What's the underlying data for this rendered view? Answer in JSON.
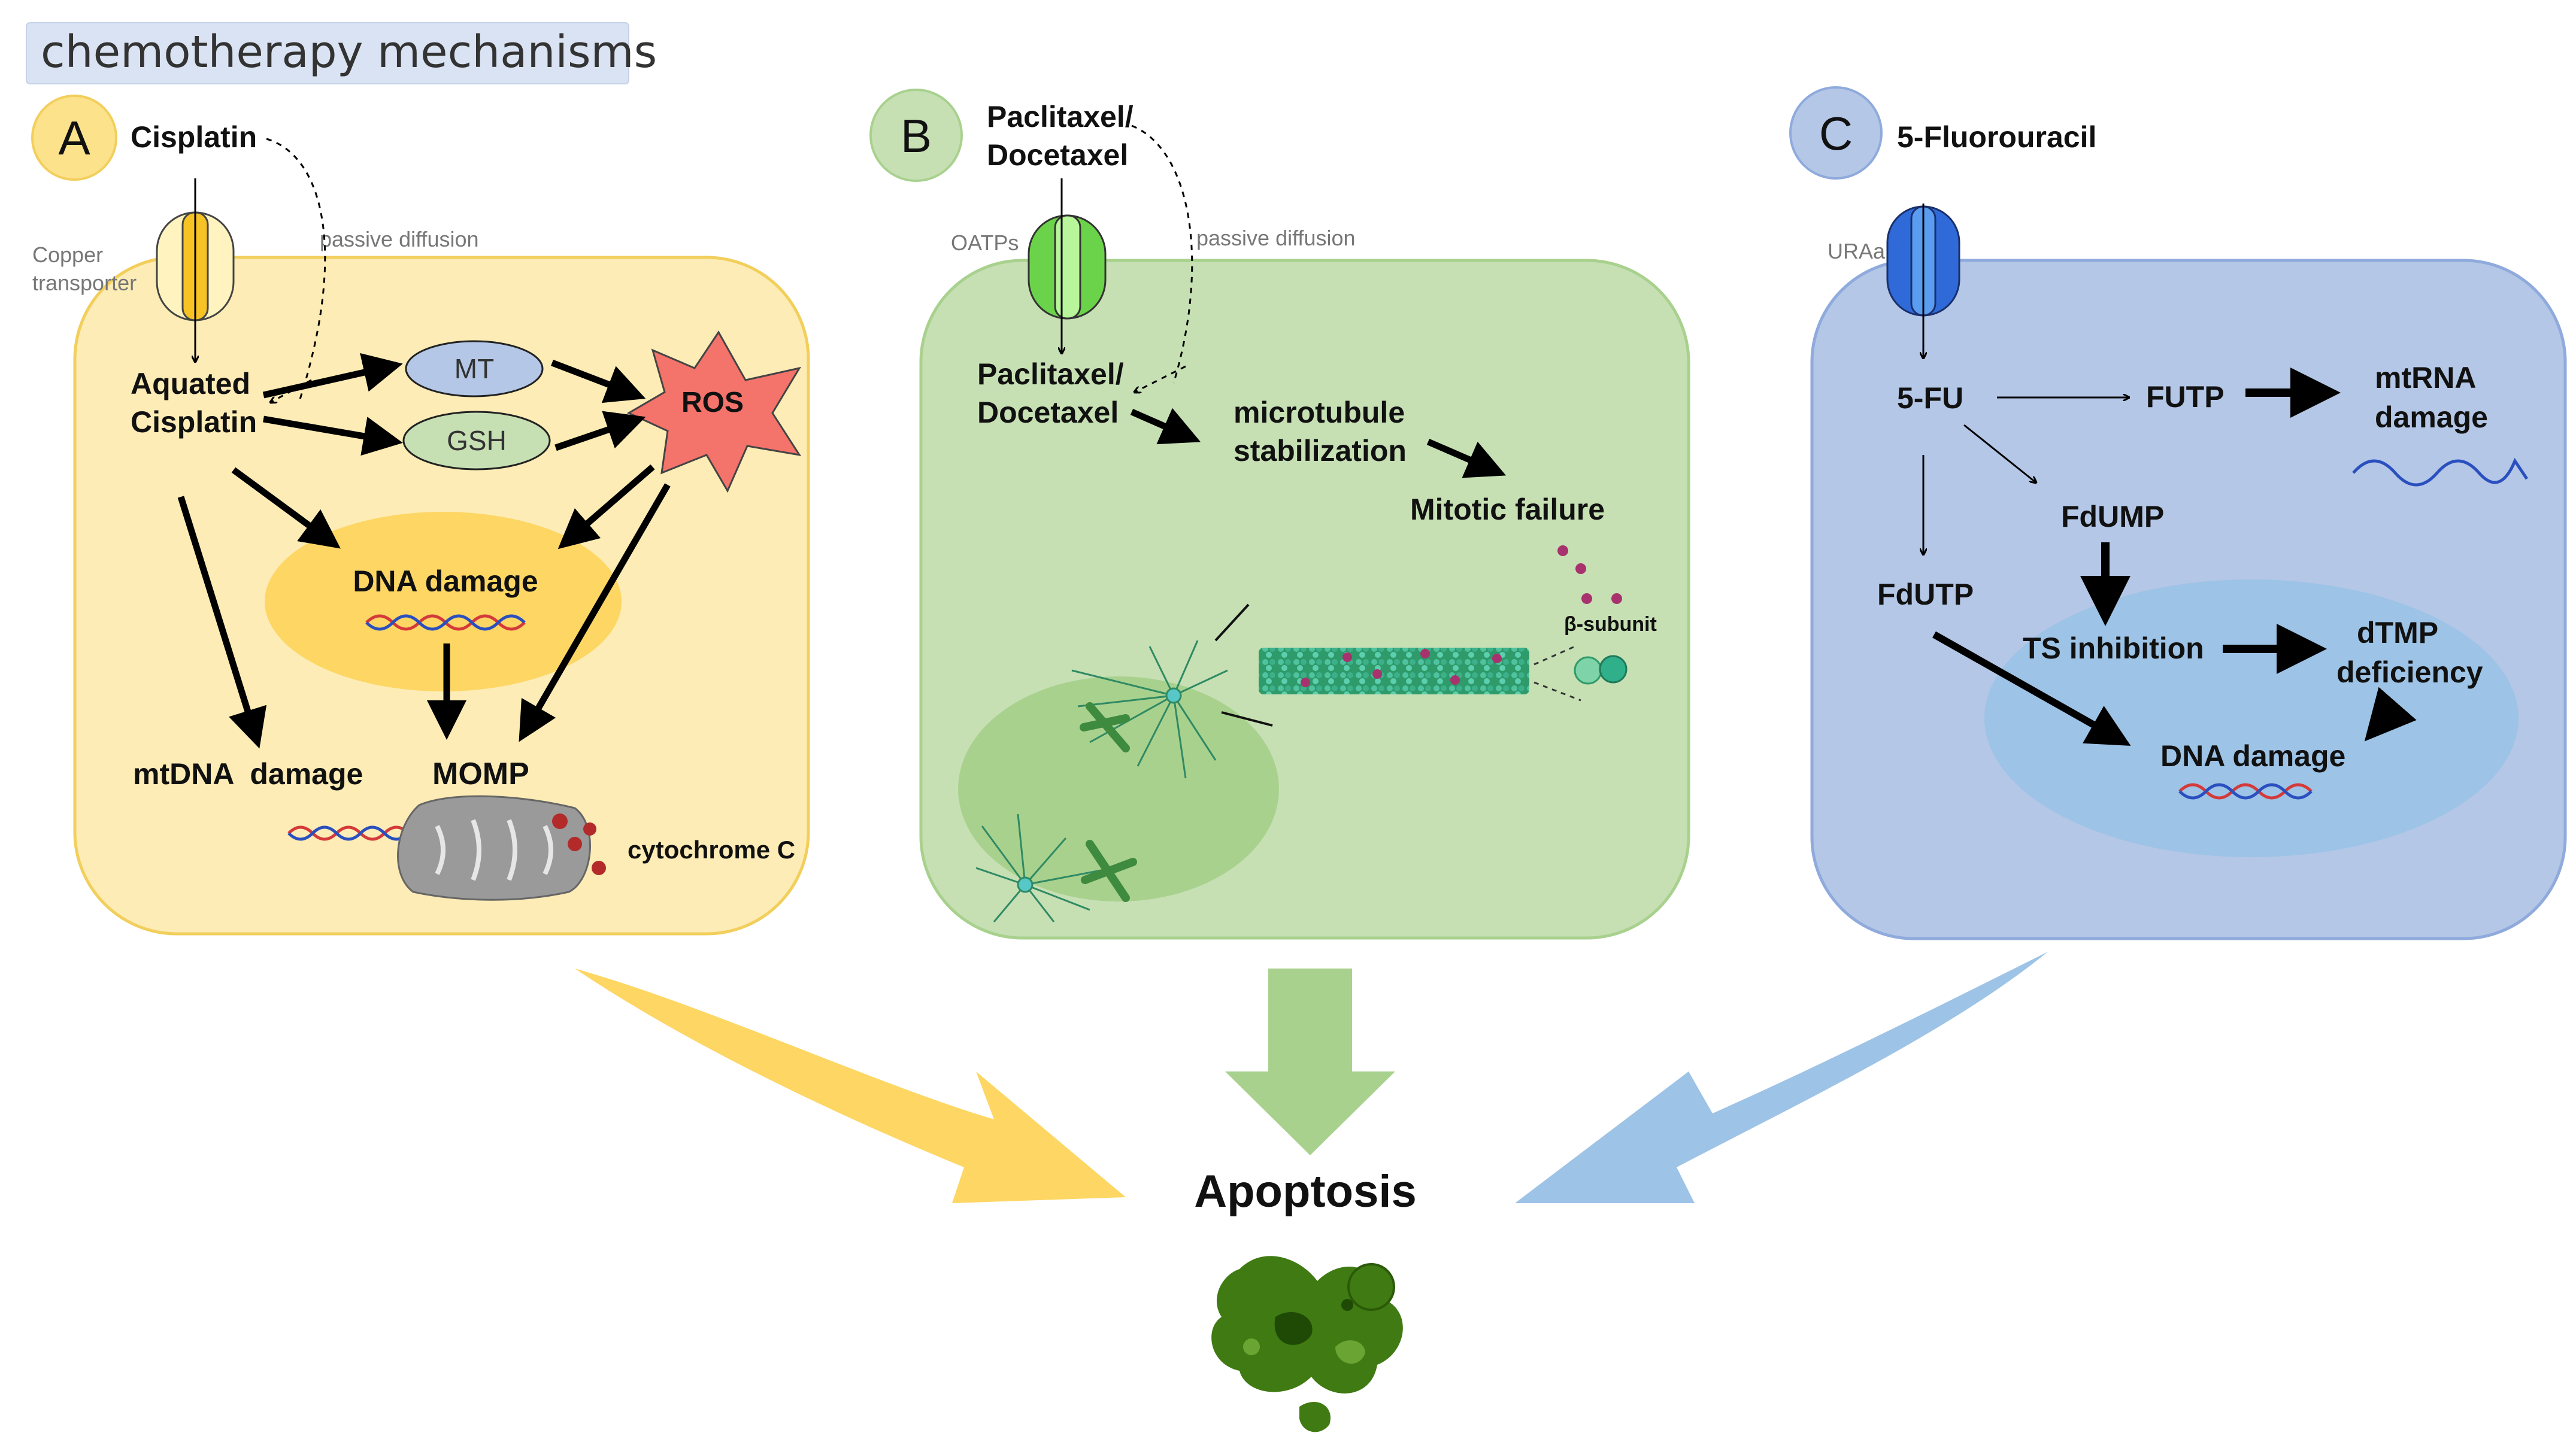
{
  "title": "chemotherapy mechanisms",
  "colors": {
    "yellow_cell": "#fdecb5",
    "yellow_border": "#f2cf5c",
    "yellow_nucleus": "#fdd663",
    "green_cell": "#c6e0b4",
    "green_border": "#a9d18e",
    "green_nucleus": "#a9d18e",
    "blue_cell": "#b4c7e7",
    "blue_border": "#8faadc",
    "blue_nucleus": "#9dc3e6",
    "ros": "#f4736b",
    "apoptosis_cell": "#3f7a12"
  },
  "panel_a": {
    "badge": "A",
    "drug": "Cisplatin",
    "transporter": [
      "Copper",
      "transporter"
    ],
    "passive": "passive diffusion",
    "aquated": [
      "Aquated",
      "Cisplatin"
    ],
    "mt": "MT",
    "gsh": "GSH",
    "ros": "ROS",
    "dna_damage": "DNA damage",
    "mtdna": "mtDNA  damage",
    "momp": "MOMP",
    "cytochrome": "cytochrome C"
  },
  "panel_b": {
    "badge": "B",
    "drug": [
      "Paclitaxel/",
      "Docetaxel"
    ],
    "transporter": "OATPs",
    "passive": "passive diffusion",
    "inner_drug": [
      "Paclitaxel/",
      "Docetaxel"
    ],
    "stabilization": [
      "microtubule",
      "stabilization"
    ],
    "mitotic": "Mitotic failure",
    "beta": "β-subunit"
  },
  "panel_c": {
    "badge": "C",
    "drug": "5-Fluorouracil",
    "transporter": "URAa",
    "fu": "5-FU",
    "futp": "FUTP",
    "mtrna": [
      "mtRNA",
      "damage"
    ],
    "fdump": "FdUMP",
    "fdutp": "FdUTP",
    "ts": "TS inhibition",
    "dtmp": [
      "dTMP",
      "deficiency"
    ],
    "dna_damage": "DNA damage"
  },
  "apoptosis": "Apoptosis"
}
